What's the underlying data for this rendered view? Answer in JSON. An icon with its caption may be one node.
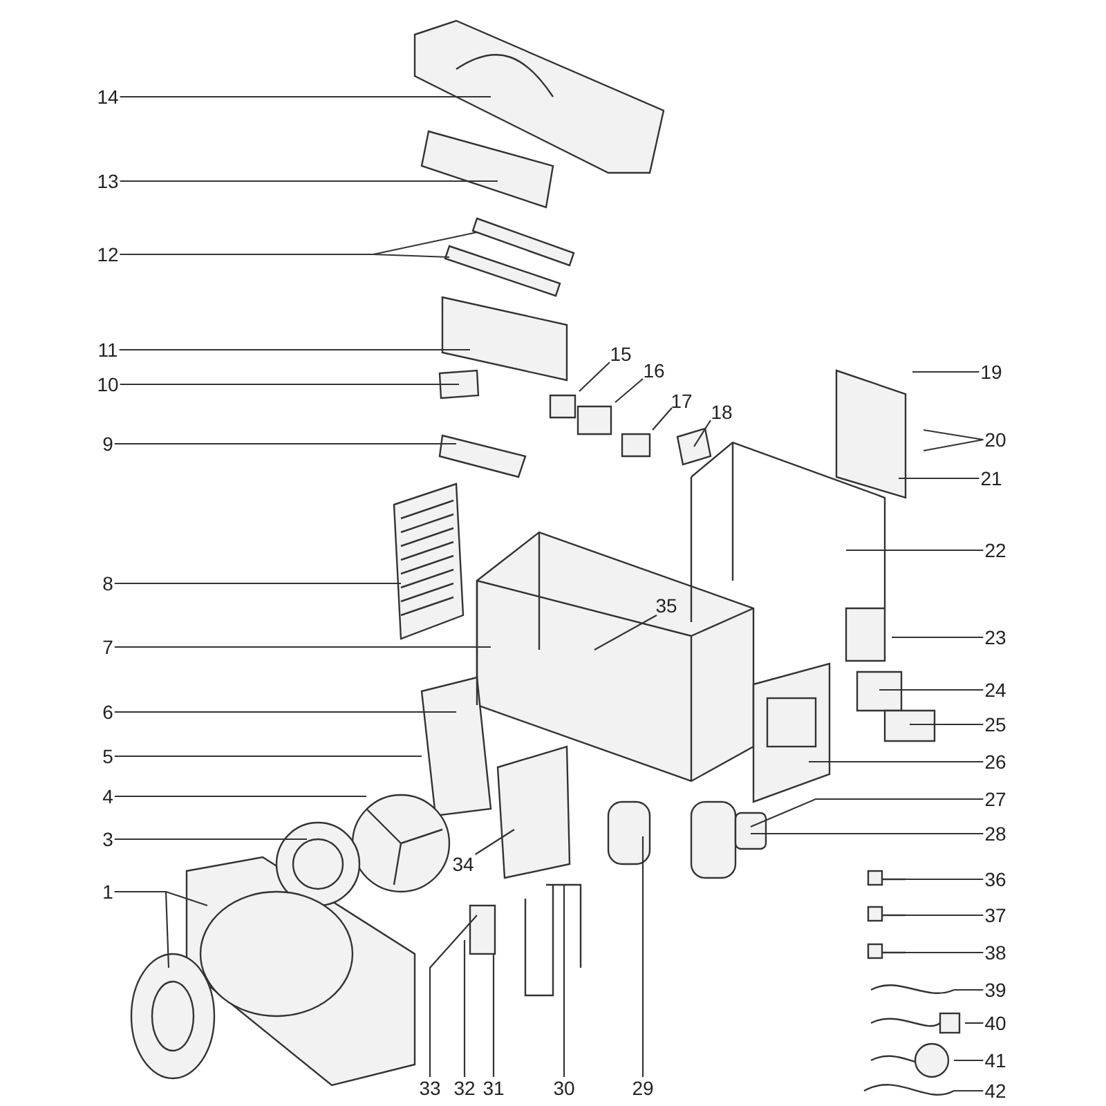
{
  "diagram": {
    "nodes": [
      {
        "text": [
          "14"
        ]
      },
      {
        "text": [
          "13"
        ]
      },
      {
        "text": [
          "12"
        ]
      },
      {
        "text": [
          "11"
        ]
      },
      {
        "text": [
          "10"
        ]
      },
      {
        "text": [
          "9"
        ]
      },
      {
        "text": [
          "8"
        ]
      },
      {
        "text": [
          "7"
        ]
      },
      {
        "text": [
          "6"
        ]
      },
      {
        "text": [
          "5"
        ]
      },
      {
        "text": [
          "4"
        ]
      },
      {
        "text": [
          "3"
        ]
      },
      {
        "text": [
          "1"
        ]
      },
      {
        "text": [
          "15"
        ]
      },
      {
        "text": [
          "16"
        ]
      },
      {
        "text": [
          "17"
        ]
      },
      {
        "text": [
          "18"
        ]
      },
      {
        "text": [
          "19"
        ]
      },
      {
        "text": [
          "20"
        ]
      },
      {
        "text": [
          "21"
        ]
      },
      {
        "text": [
          "22"
        ]
      },
      {
        "text": [
          "23"
        ]
      },
      {
        "text": [
          "24"
        ]
      },
      {
        "text": [
          "25"
        ]
      },
      {
        "text": [
          "26"
        ]
      },
      {
        "text": [
          "27"
        ]
      },
      {
        "text": [
          "28"
        ]
      },
      {
        "text": [
          "35"
        ]
      },
      {
        "text": [
          "34"
        ]
      },
      {
        "text": [
          "36"
        ]
      },
      {
        "text": [
          "37"
        ]
      },
      {
        "text": [
          "38"
        ]
      },
      {
        "text": [
          "39"
        ]
      },
      {
        "text": [
          "40"
        ]
      },
      {
        "text": [
          "41"
        ]
      },
      {
        "text": [
          "42"
        ]
      },
      {
        "text": [
          "33"
        ]
      },
      {
        "text": [
          "32"
        ]
      },
      {
        "text": [
          "31"
        ]
      },
      {
        "text": [
          "30"
        ]
      },
      {
        "text": [
          "29"
        ]
      }
    ],
    "edges": [
      {
        "from": 0,
        "to": null,
        "arrow": "none"
      },
      {
        "from": 1,
        "to": null,
        "arrow": "none"
      },
      {
        "from": 2,
        "to": null,
        "arrow": "none"
      },
      {
        "from": 2,
        "to": null,
        "arrow": "none"
      },
      {
        "from": 3,
        "to": null,
        "arrow": "none"
      },
      {
        "from": 4,
        "to": null,
        "arrow": "none"
      },
      {
        "from": 5,
        "to": null,
        "arrow": "none"
      },
      {
        "from": 6,
        "to": null,
        "arrow": "none"
      },
      {
        "from": 7,
        "to": null,
        "arrow": "none"
      },
      {
        "from": 8,
        "to": null,
        "arrow": "none"
      },
      {
        "from": 9,
        "to": null,
        "arrow": "none"
      },
      {
        "from": 10,
        "to": null,
        "arrow": "none"
      },
      {
        "from": 11,
        "to": null,
        "arrow": "none"
      },
      {
        "from": 12,
        "to": null,
        "arrow": "none"
      },
      {
        "from": 12,
        "to": null,
        "arrow": "none"
      },
      {
        "from": 13,
        "to": null,
        "arrow": "none"
      },
      {
        "from": 14,
        "to": null,
        "arrow": "none"
      },
      {
        "from": 15,
        "to": null,
        "arrow": "none"
      },
      {
        "from": 16,
        "to": null,
        "arrow": "none"
      },
      {
        "from": 17,
        "to": null,
        "arrow": "none"
      },
      {
        "from": 18,
        "to": null,
        "arrow": "none"
      },
      {
        "from": 18,
        "to": null,
        "arrow": "none"
      },
      {
        "from": 19,
        "to": null,
        "arrow": "none"
      },
      {
        "from": 20,
        "to": null,
        "arrow": "none"
      },
      {
        "from": 21,
        "to": null,
        "arrow": "none"
      },
      {
        "from": 22,
        "to": null,
        "arrow": "none"
      },
      {
        "from": 23,
        "to": null,
        "arrow": "none"
      },
      {
        "from": 24,
        "to": null,
        "arrow": "none"
      },
      {
        "from": 25,
        "to": null,
        "arrow": "none"
      },
      {
        "from": 26,
        "to": null,
        "arrow": "none"
      },
      {
        "from": 27,
        "to": null,
        "arrow": "none"
      },
      {
        "from": 28,
        "to": null,
        "arrow": "none"
      },
      {
        "from": 29,
        "to": null,
        "arrow": "none"
      },
      {
        "from": 30,
        "to": null,
        "arrow": "none"
      },
      {
        "from": 31,
        "to": null,
        "arrow": "none"
      },
      {
        "from": 32,
        "to": null,
        "arrow": "none"
      },
      {
        "from": 33,
        "to": null,
        "arrow": "none"
      },
      {
        "from": 34,
        "to": null,
        "arrow": "none"
      },
      {
        "from": 35,
        "to": null,
        "arrow": "none"
      },
      {
        "from": 36,
        "to": null,
        "arrow": "none"
      },
      {
        "from": 37,
        "to": null,
        "arrow": "none"
      },
      {
        "from": 38,
        "to": null,
        "arrow": "none"
      },
      {
        "from": 39,
        "to": null,
        "arrow": "none"
      },
      {
        "from": 40,
        "to": null,
        "arrow": "none"
      }
    ]
  }
}
